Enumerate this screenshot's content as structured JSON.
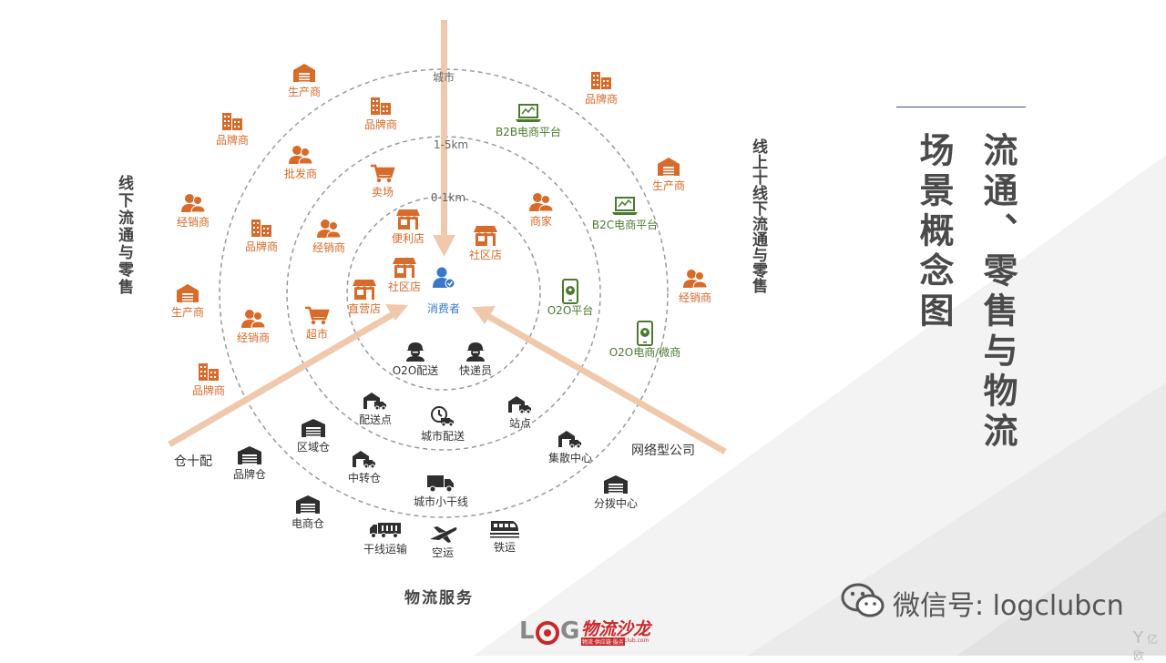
{
  "colors": {
    "orange": "#d86a2a",
    "green": "#4a7a2e",
    "blue": "#3a78c8",
    "dark": "#2f2f2f",
    "arrow": "#f0c9ad",
    "ring": "#999999"
  },
  "rings": {
    "inner": "0-1km",
    "middle": "1-5km",
    "outer": "城市"
  },
  "center": {
    "label": "消费者",
    "icon": "user-check-icon"
  },
  "titles": {
    "main_col1": "流通、零售与物流",
    "main_col2": "场景概念图",
    "left_vertical": "线下流通与零售",
    "right_vertical": "线上十线下流通与零售",
    "bottom": "物流服务"
  },
  "nodes": [
    {
      "id": "sheng1",
      "label": "生产商",
      "icon": "factory-icon",
      "color": "orange"
    },
    {
      "id": "pinpai_top",
      "label": "品牌商",
      "icon": "building-icon",
      "color": "orange"
    },
    {
      "id": "pinpai_left1",
      "label": "品牌商",
      "icon": "building-icon",
      "color": "orange"
    },
    {
      "id": "pifa",
      "label": "批发商",
      "icon": "people-icon",
      "color": "orange"
    },
    {
      "id": "maichang",
      "label": "卖场",
      "icon": "cart-icon",
      "color": "orange"
    },
    {
      "id": "jingxiao_l1",
      "label": "经销商",
      "icon": "people-icon",
      "color": "orange"
    },
    {
      "id": "pinpai_l2",
      "label": "品牌商",
      "icon": "building-icon",
      "color": "orange"
    },
    {
      "id": "jingxiao_l2",
      "label": "经销商",
      "icon": "people-icon",
      "color": "orange"
    },
    {
      "id": "bianli",
      "label": "便利店",
      "icon": "store-icon",
      "color": "orange"
    },
    {
      "id": "shequ1",
      "label": "社区店",
      "icon": "store-icon",
      "color": "orange"
    },
    {
      "id": "shequ2",
      "label": "社区店",
      "icon": "store-icon",
      "color": "orange"
    },
    {
      "id": "zhiying",
      "label": "直营店",
      "icon": "store-icon",
      "color": "orange"
    },
    {
      "id": "chaoshi",
      "label": "超市",
      "icon": "cart-icon",
      "color": "orange"
    },
    {
      "id": "shengchan_l",
      "label": "生产商",
      "icon": "factory-icon",
      "color": "orange"
    },
    {
      "id": "jingxiao_l3",
      "label": "经销商",
      "icon": "people-icon",
      "color": "orange"
    },
    {
      "id": "pinpai_l3",
      "label": "品牌商",
      "icon": "building-icon",
      "color": "orange"
    },
    {
      "id": "shangjia",
      "label": "商家",
      "icon": "people-icon",
      "color": "orange"
    },
    {
      "id": "pinpai_tr",
      "label": "品牌商",
      "icon": "building-icon",
      "color": "orange"
    },
    {
      "id": "shengchan_r",
      "label": "生产商",
      "icon": "factory-icon",
      "color": "orange"
    },
    {
      "id": "jingxiao_r",
      "label": "经销商",
      "icon": "people-icon",
      "color": "orange"
    },
    {
      "id": "b2b",
      "label": "B2B电商平台",
      "icon": "laptop-icon",
      "color": "green"
    },
    {
      "id": "b2c",
      "label": "B2C电商平台",
      "icon": "laptop-icon",
      "color": "green"
    },
    {
      "id": "o2o",
      "label": "O2O平台",
      "icon": "phone-icon",
      "color": "green"
    },
    {
      "id": "o2oweishang",
      "label": "O2O电商/微商",
      "icon": "phone-icon",
      "color": "green"
    },
    {
      "id": "o2opeisong",
      "label": "O2O配送",
      "icon": "courier-icon",
      "color": "dark"
    },
    {
      "id": "kuaidi",
      "label": "快递员",
      "icon": "courier-icon",
      "color": "dark"
    },
    {
      "id": "peisongdian",
      "label": "配送点",
      "icon": "depot-truck-icon",
      "color": "dark"
    },
    {
      "id": "chengshipeisong",
      "label": "城市配送",
      "icon": "clock-truck-icon",
      "color": "dark"
    },
    {
      "id": "zhandian",
      "label": "站点",
      "icon": "depot-truck-icon",
      "color": "dark"
    },
    {
      "id": "quyucang",
      "label": "区域仓",
      "icon": "warehouse-icon",
      "color": "dark"
    },
    {
      "id": "zhongzhuan",
      "label": "中转仓",
      "icon": "depot-truck-icon",
      "color": "dark"
    },
    {
      "id": "jisan",
      "label": "集散中心",
      "icon": "depot-truck-icon",
      "color": "dark"
    },
    {
      "id": "pinpaicang",
      "label": "品牌仓",
      "icon": "warehouse-icon",
      "color": "dark"
    },
    {
      "id": "chengshixiaogan",
      "label": "城市小干线",
      "icon": "truck-icon",
      "color": "dark"
    },
    {
      "id": "fenbo",
      "label": "分拨中心",
      "icon": "warehouse-icon",
      "color": "dark"
    },
    {
      "id": "dianshangcang",
      "label": "电商仓",
      "icon": "warehouse-icon",
      "color": "dark"
    },
    {
      "id": "ganxian",
      "label": "干线运输",
      "icon": "semi-truck-icon",
      "color": "dark"
    },
    {
      "id": "kongyun",
      "label": "空运",
      "icon": "airplane-icon",
      "color": "dark"
    },
    {
      "id": "tieyun",
      "label": "铁运",
      "icon": "train-icon",
      "color": "dark"
    }
  ],
  "arrow_labels": {
    "left": "仓十配",
    "right": "网络型公司"
  },
  "footer": {
    "wechat": "微信号: logclubcn",
    "logo_left": "L",
    "logo_right": "G",
    "logo_brand": "物流沙龙",
    "logo_sub1": "物流·供应链·服务",
    "logo_sub2": "logclub.com",
    "watermark": "亿欧"
  }
}
